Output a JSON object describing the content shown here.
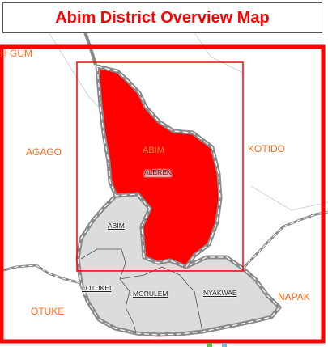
{
  "map": {
    "title": "Abim District Overview Map",
    "highlighted_district": "ABIM",
    "highlight_color": "#ff0000",
    "frame_color": "#ff0000",
    "neighbour_label_color": "#ff6a1a",
    "neighbours": {
      "agago": "AGAGO",
      "kotido": "KOTIDO",
      "otuke": "OTUKE",
      "napak": "NAPAK",
      "top_left_cut": "H GUM"
    },
    "subcounties": {
      "alerek": "ALEREK",
      "abim": "ABIM",
      "lotukei": "LOTUKEI",
      "morulem": "MORULEM",
      "nyakwae": "NYAKWAE"
    }
  }
}
